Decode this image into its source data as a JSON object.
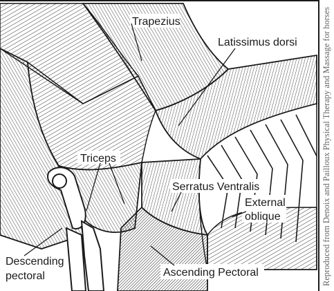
{
  "diagram": {
    "labels": {
      "trapezius": "Trapezius",
      "latissimus_dorsi": "Latissimus dorsi",
      "triceps": "Triceps",
      "serratus_ventralis": "Serratus Ventralis",
      "external_oblique_line1": "External",
      "external_oblique_line2": "oblique",
      "descending_pectoral_line1": "Descending",
      "descending_pectoral_line2": "pectoral",
      "ascending_pectoral": "Ascending Pectoral"
    },
    "credit": "Reproduced from Denoix and Pailloux Physical Therapy and Massage for horses",
    "colors": {
      "ink": "#1a1a1a",
      "paper": "#ffffff",
      "credit": "#666666"
    }
  }
}
